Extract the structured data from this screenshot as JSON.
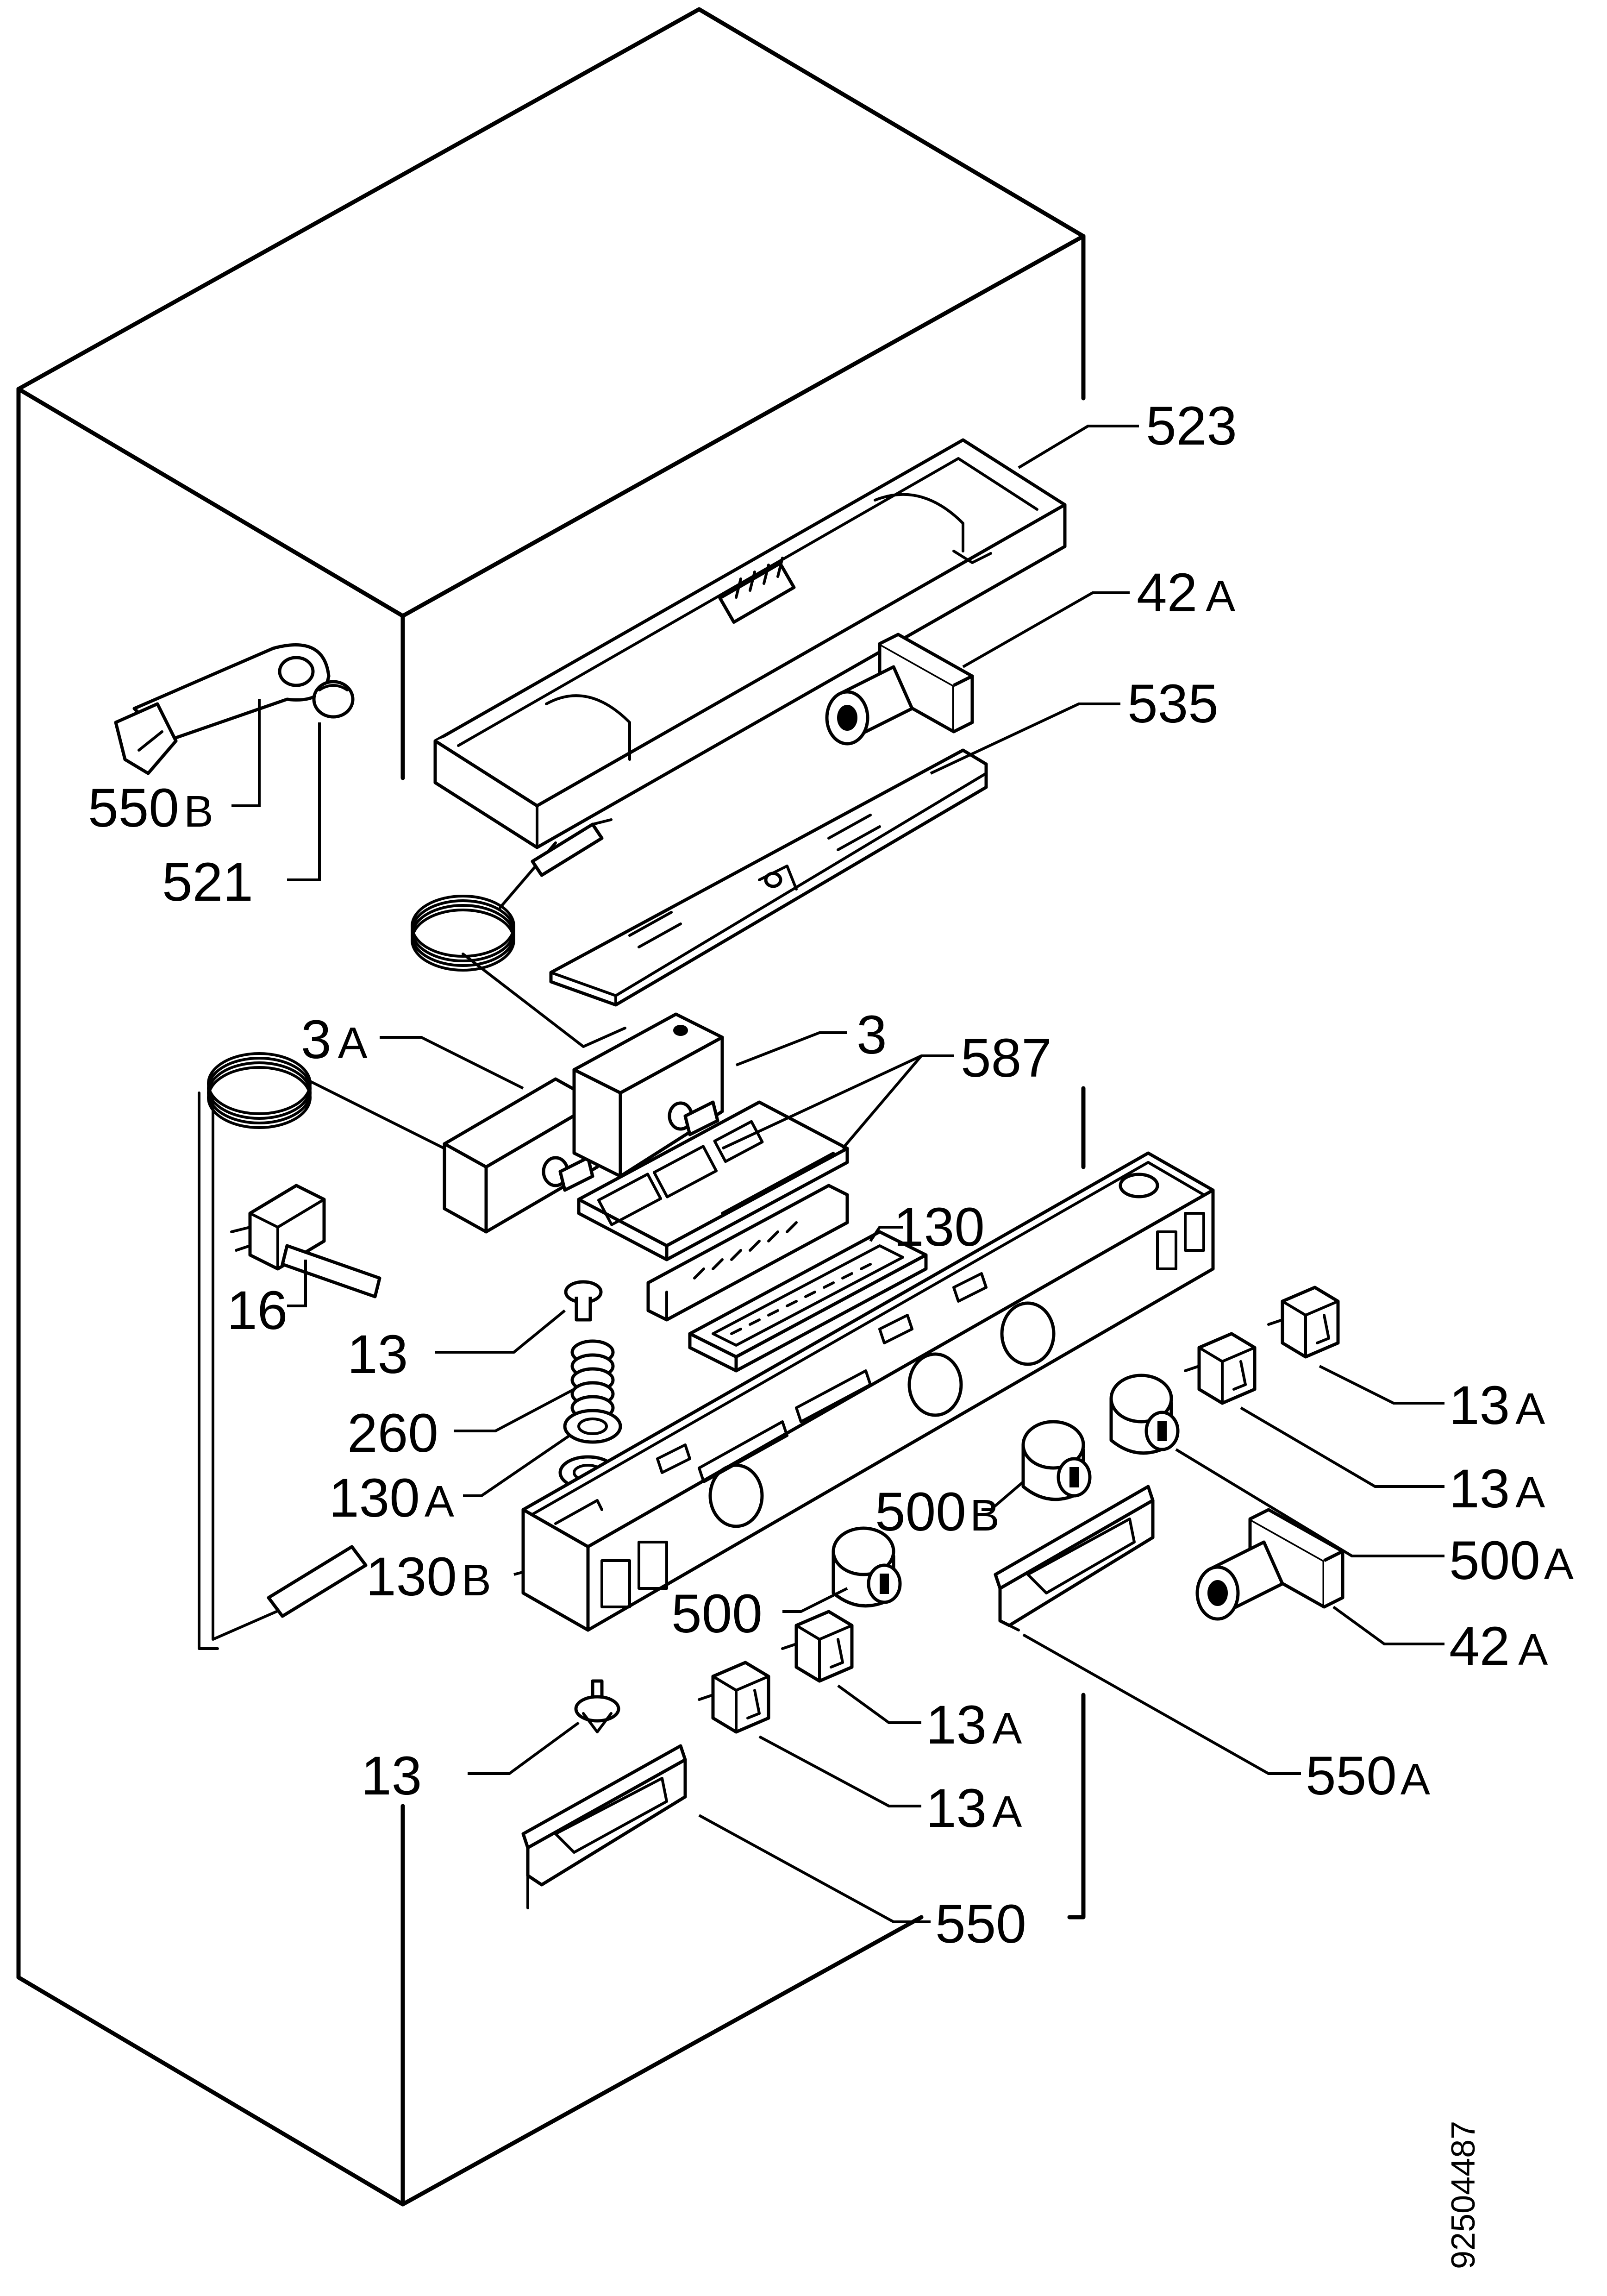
{
  "labels": {
    "l523": "523",
    "l42a_top": "42",
    "l42a_top_sfx": "A",
    "l535": "535",
    "l550b": "550",
    "l550b_sfx": "B",
    "l521": "521",
    "l3a": "3",
    "l3a_sfx": "A",
    "l3": "3",
    "l587": "587",
    "l130": "130",
    "l16": "16",
    "l13_a": "13",
    "l260": "260",
    "l130a": "130",
    "l130a_sfx": "A",
    "l130b": "130",
    "l130b_sfx": "B",
    "l13a_1": "13",
    "l13a_1_sfx": "A",
    "l13a_2": "13",
    "l13a_2_sfx": "A",
    "l500b": "500",
    "l500b_sfx": "B",
    "l500a": "500",
    "l500a_sfx": "A",
    "l500": "500",
    "l42a_bot": "42",
    "l42a_bot_sfx": "A",
    "l13a_3": "13",
    "l13a_3_sfx": "A",
    "l550a": "550",
    "l550a_sfx": "A",
    "l13_b": "13",
    "l13a_4": "13",
    "l13a_4_sfx": "A",
    "l550": "550"
  },
  "drawing_number": "92504487"
}
